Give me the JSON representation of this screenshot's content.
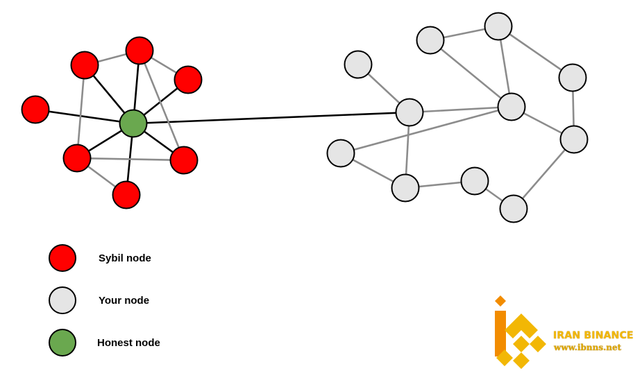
{
  "colors": {
    "sybil": "#ff0000",
    "your": "#e5e5e5",
    "honest": "#6aa84f",
    "edge_sybil": "#000000",
    "edge_other": "#8c8c8c",
    "logo_yellow": "#f2b705",
    "logo_orange": "#f28c00"
  },
  "legend": {
    "sybil_label": "Sybil node",
    "your_label": "Your node",
    "honest_label": "Honest node"
  },
  "logo": {
    "name": "IRAN BINANCE",
    "url": "www.ibnns.net"
  }
}
